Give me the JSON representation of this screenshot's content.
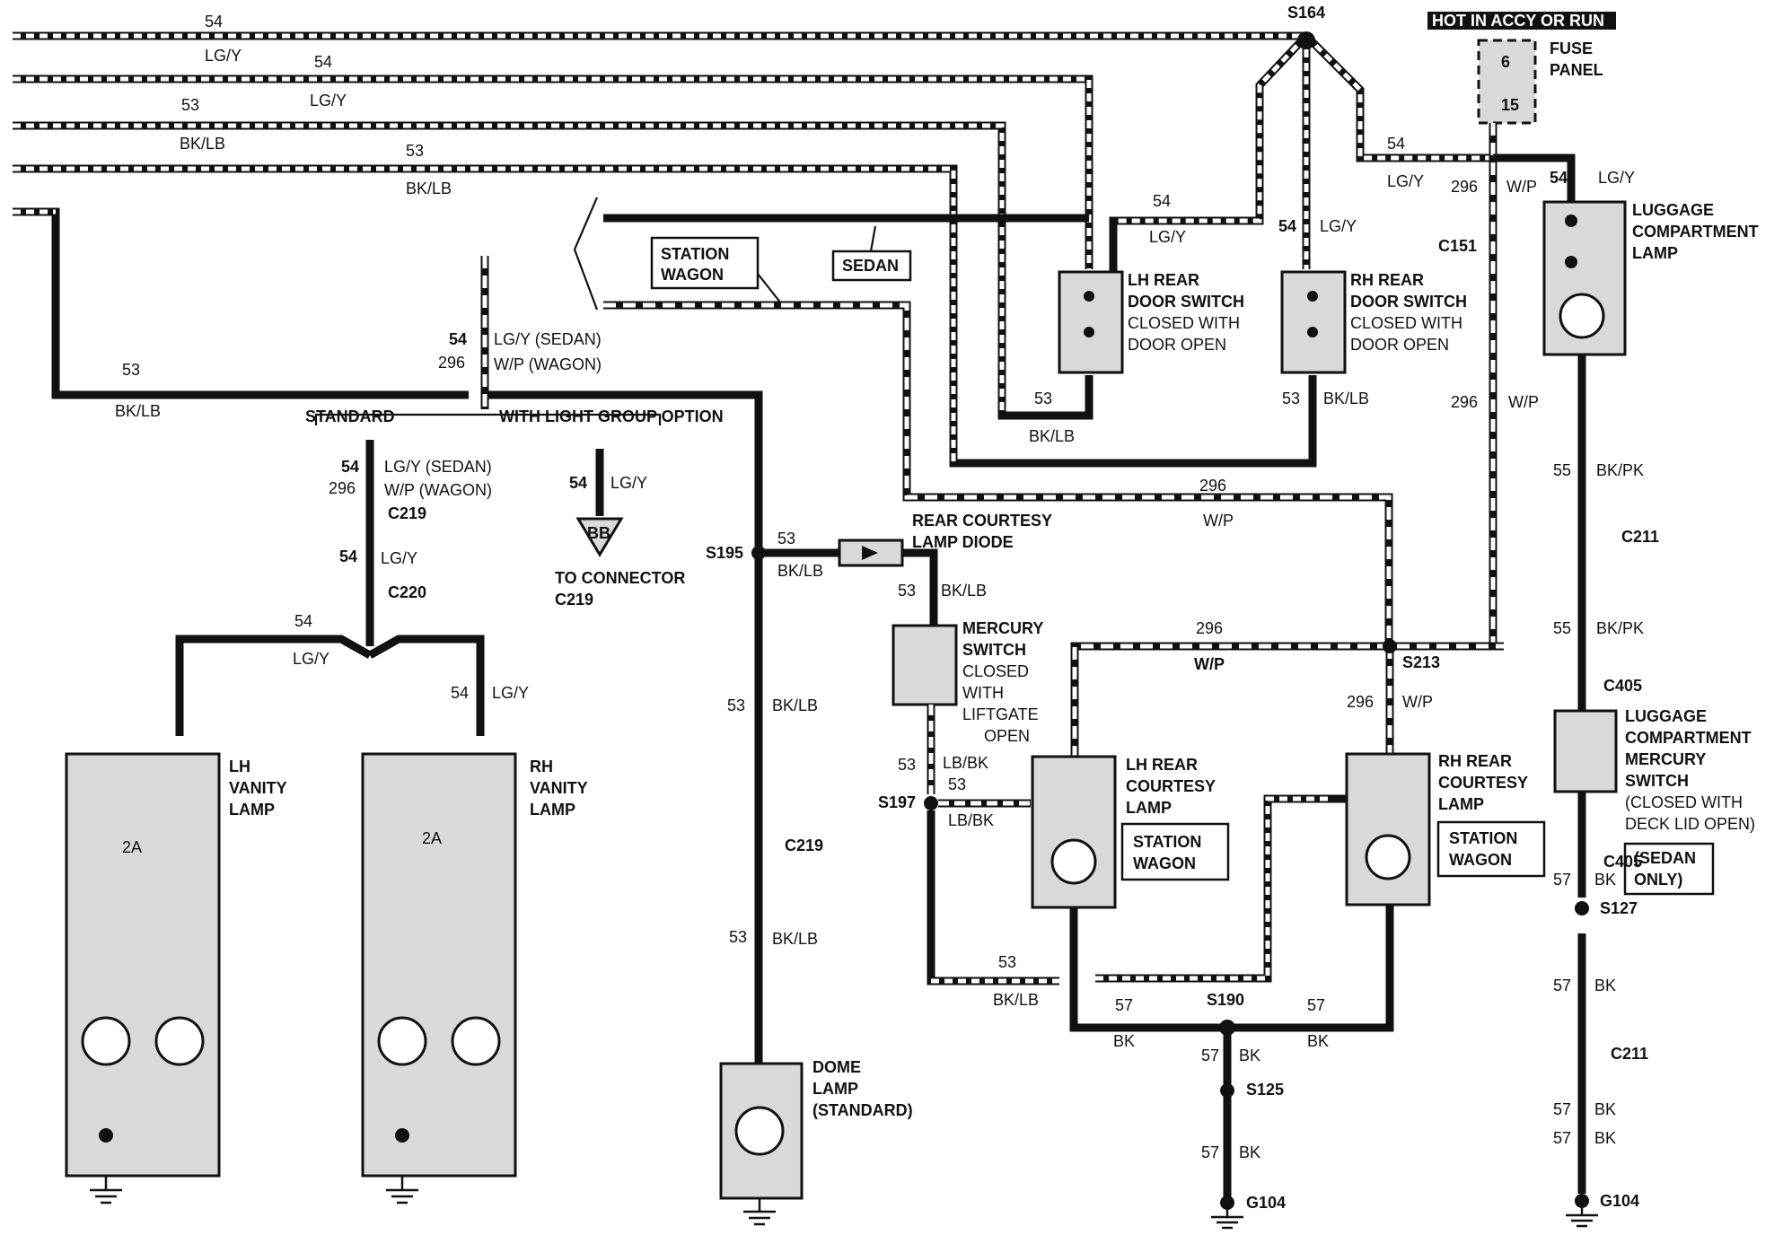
{
  "colors": {
    "wire": "#111111",
    "stripe": "#ffffff",
    "component_fill": "#d9d9d9",
    "background": "#ffffff"
  },
  "header": {
    "hot_label": "HOT IN ACCY OR RUN"
  },
  "fuse_panel": {
    "label_1": "FUSE",
    "label_2": "PANEL",
    "pin_top": "6",
    "pin_bottom": "15"
  },
  "splices": {
    "s164": "S164",
    "s195": "S195",
    "s197": "S197",
    "s213": "S213",
    "s190": "S190",
    "s125": "S125",
    "s127": "S127"
  },
  "grounds": {
    "g104_mid": "G104",
    "g104_right": "G104"
  },
  "connectors": {
    "c219_top": "C219",
    "c220": "C220",
    "c219_mid": "C219",
    "c151": "C151",
    "c211_top": "C211",
    "c405_top": "C405",
    "c405_bottom": "C405",
    "c211_bottom": "C211",
    "to_connector_1": "TO CONNECTOR",
    "to_connector_2": "C219",
    "bb": "BB"
  },
  "options": {
    "station_wagon_1": "STATION",
    "station_wagon_2": "WAGON",
    "sedan": "SEDAN",
    "standard": "STANDARD",
    "light_group": "WITH LIGHT GROUP OPTION",
    "lh_wagon_1": "STATION",
    "lh_wagon_2": "WAGON",
    "rh_wagon_1": "STATION",
    "rh_wagon_2": "WAGON",
    "sedan_only_1": "(SEDAN",
    "sedan_only_2": "ONLY)"
  },
  "components": {
    "lh_door": [
      "LH REAR",
      "DOOR SWITCH",
      "CLOSED WITH",
      "DOOR OPEN"
    ],
    "rh_door": [
      "RH REAR",
      "DOOR SWITCH",
      "CLOSED WITH",
      "DOOR OPEN"
    ],
    "luggage_lamp": [
      "LUGGAGE",
      "COMPARTMENT",
      "LAMP"
    ],
    "diode": [
      "REAR COURTESY",
      "LAMP DIODE"
    ],
    "mercury": [
      "MERCURY",
      "SWITCH",
      "CLOSED",
      "WITH",
      "LIFTGATE",
      "OPEN"
    ],
    "lh_courtesy": [
      "LH REAR",
      "COURTESY",
      "LAMP"
    ],
    "rh_courtesy": [
      "RH REAR",
      "COURTESY",
      "LAMP"
    ],
    "luggage_switch": [
      "LUGGAGE",
      "COMPARTMENT",
      "MERCURY",
      "SWITCH",
      "(CLOSED WITH",
      "DECK LID OPEN)"
    ],
    "lh_vanity": [
      "LH",
      "VANITY",
      "LAMP"
    ],
    "rh_vanity": [
      "RH",
      "VANITY",
      "LAMP"
    ],
    "dome": [
      "DOME",
      "LAMP",
      "(STANDARD)"
    ],
    "fuse_2a_lh": "2A",
    "fuse_2a_rh": "2A"
  },
  "wire_labels": {
    "t1_num": "54",
    "t2_num": "54",
    "t2_col": "LG/Y",
    "t2_col_b": "LG/Y",
    "t3_num": "53",
    "t3_col": "BK/LB",
    "t4_num": "53",
    "t4_col": "BK/LB",
    "t5_num": "53",
    "t5_col": "BK/LB",
    "mid_num_1": "54",
    "mid_col_1": "LG/Y  (SEDAN)",
    "mid_num_2": "296",
    "mid_col_2": "W/P  (WAGON)",
    "std_num_1": "54",
    "std_col_1": "LG/Y  (SEDAN)",
    "std_num_2": "296",
    "std_col_2": "W/P  (WAGON)",
    "c220_num": "54",
    "c220_col": "LG/Y",
    "lh_van_num": "54",
    "lh_van_col": "LG/Y",
    "rh_van_num": "54",
    "rh_van_col": "LG/Y",
    "bb_num": "54",
    "bb_col": "LG/Y",
    "dome_num_1": "53",
    "dome_col_1": "BK/LB",
    "dome_num_2": "53",
    "dome_col_2": "BK/LB",
    "s195_num": "53",
    "s195_col": "BK/LB",
    "merc_num": "53",
    "merc_col": "BK/LB",
    "lb_num_1": "53",
    "lb_col_1": "LB/BK",
    "lb_num_2": "53",
    "lb_col_2": "LB/BK",
    "lh_door_num": "54",
    "lh_door_col": "LG/Y",
    "rh_door_num": "54",
    "rh_door_col": "LG/Y",
    "lh_door_gnd_num": "53",
    "lh_door_gnd_col": "BK/LB",
    "rh_door_gnd_num": "53",
    "rh_door_gnd_col": "BK/LB",
    "fuse_num": "54",
    "fuse_col": "LG/Y",
    "w296_num": "296",
    "w296_col": "W/P",
    "lug_num": "54",
    "lug_col": "LG/Y",
    "w296b_num": "296",
    "w296b_col": "W/P",
    "w296c_num": "296",
    "w296c_col": "W/P",
    "w296d_num": "296",
    "w296d_col": "W/P",
    "w296e_num": "296",
    "w296e_col": "W/P",
    "bkpk_num_1": "55",
    "bkpk_col_1": "BK/PK",
    "bkpk_num_2": "55",
    "bkpk_col_2": "BK/PK",
    "bk_57_a": "57",
    "bk_col_a": "BK",
    "bk_57_b": "57",
    "bk_col_b": "BK",
    "bk_57_c": "57",
    "bk_col_c": "BK",
    "bk_57_d": "57",
    "bk_col_d": "BK",
    "bk_57_e": "57",
    "bk_col_e": "BK",
    "bk_57_f": "57",
    "bk_col_f": "BK",
    "bk_57_g": "57",
    "bk_col_g": "BK",
    "bk_57_h": "57",
    "bk_col_h": "BK",
    "gnd_53_num": "53",
    "gnd_53_col": "BK/LB"
  }
}
